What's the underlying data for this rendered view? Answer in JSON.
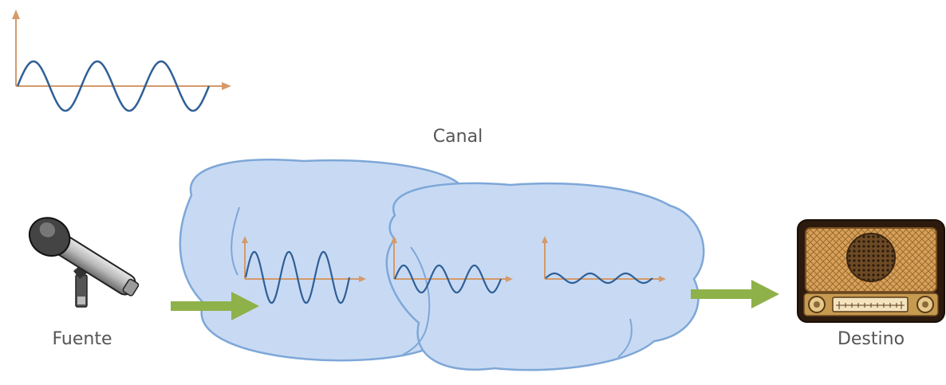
{
  "labels": {
    "channel": "Canal",
    "source": "Fuente",
    "destination": "Destino"
  },
  "colors": {
    "signal": "#2f5f97",
    "axis": "#d49a6a",
    "cloud_fill": "#c8daf3",
    "cloud_stroke": "#7ea7d8",
    "arrow": "#8fb14a",
    "label_text": "#555555"
  },
  "icons": {
    "source": "microphone-icon",
    "destination": "radio-icon"
  },
  "signal_stages": [
    {
      "name": "original",
      "relative_amplitude": 1.0,
      "cycles": 3
    },
    {
      "name": "in-channel-1",
      "relative_amplitude": 1.0,
      "cycles": 3
    },
    {
      "name": "in-channel-2",
      "relative_amplitude": 0.55,
      "cycles": 3
    },
    {
      "name": "in-channel-3",
      "relative_amplitude": 0.2,
      "cycles": 3
    }
  ]
}
